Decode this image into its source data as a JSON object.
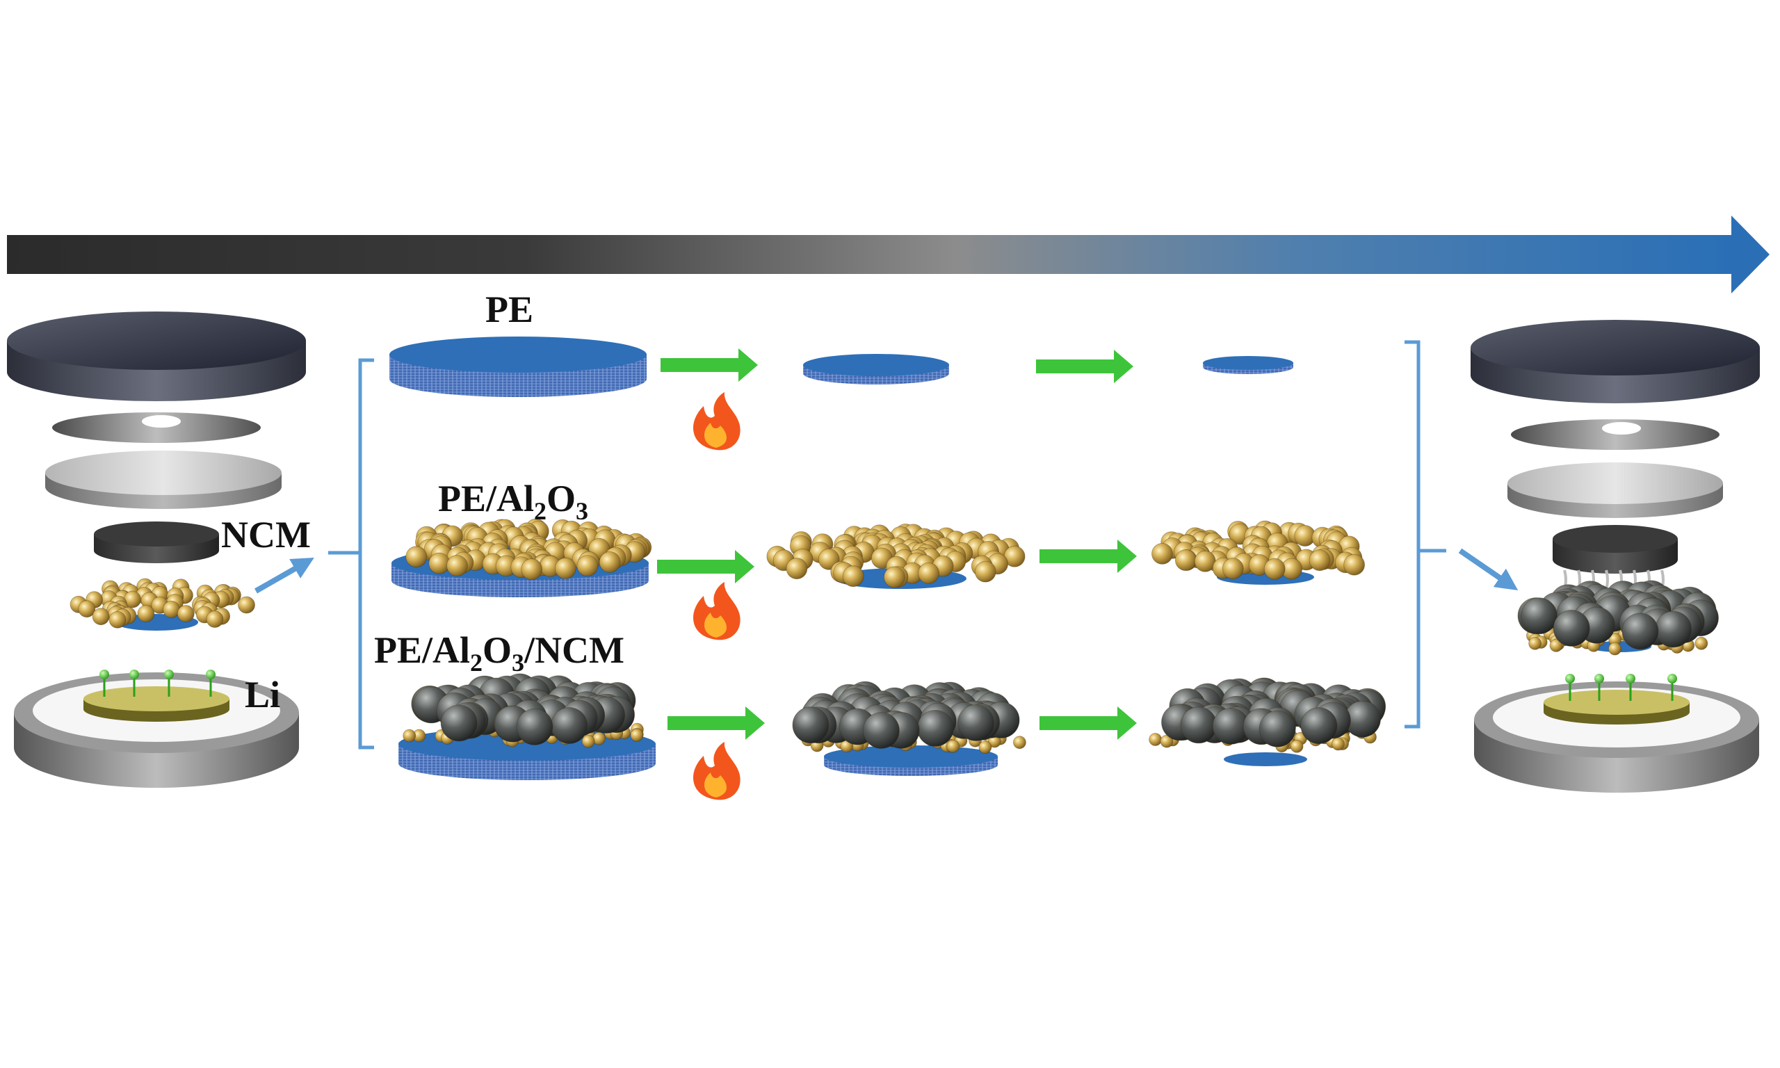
{
  "labels": {
    "pe": "PE",
    "pe_al2o3": {
      "a": "PE/Al",
      "sub1": "2",
      "b": "O",
      "sub2": "3"
    },
    "pe_al2o3_ncm": {
      "a": "PE/Al",
      "sub1": "2",
      "b": "O",
      "sub2": "3",
      "c": "/NCM"
    },
    "ncm": "NCM",
    "li": "Li"
  },
  "colors": {
    "timeline_start": "#2e2e2e",
    "timeline_mid": "#8a8a8a",
    "timeline_end": "#2e74b5",
    "separator_blue": "#2e6fb8",
    "ceramic_gold": "#c9a64a",
    "ncm_gray": "#4a4d4c",
    "process_arrow": "#3ec43a",
    "bracket": "#5b9bd5",
    "flame": "#f26a1b"
  },
  "icons": [
    "timeline-arrow",
    "flame-icon",
    "process-arrow",
    "coin-cell-cap",
    "coin-cell-base",
    "lithium-dendrite"
  ]
}
